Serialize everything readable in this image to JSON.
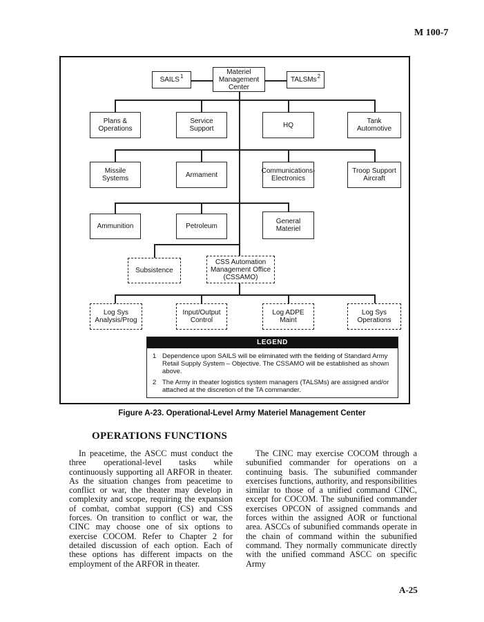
{
  "header": {
    "doc_id": "M 100-7"
  },
  "org_chart": {
    "top": {
      "center": "Materiel\nManagement\nCenter",
      "left": "SAILS",
      "left_note": "1",
      "right": "TALSMs",
      "right_note": "2"
    },
    "row1": [
      "Plans &\nOperations",
      "Service\nSupport",
      "HQ",
      "Tank\nAutomotive"
    ],
    "row2": [
      "Missile\nSystems",
      "Armament",
      "Communications-\nElectronics",
      "Troop Support\nAircraft"
    ],
    "row3": [
      "Ammunition",
      "Petroleum",
      "General\nMateriel"
    ],
    "row4": [
      "Subsistence",
      "CSS Automation\nManagement Office\n(CSSAMO)"
    ],
    "row5": [
      "Log Sys\nAnalysis/Prog",
      "Input/Output\nControl",
      "Log ADPE\nMaint",
      "Log Sys\nOperations"
    ]
  },
  "legend": {
    "title": "LEGEND",
    "notes": [
      {
        "num": "1",
        "text": "Dependence upon SAILS will be eliminated with the fielding of Standard Army Retail Supply System – Objective. The CSSAMO will be established as shown above."
      },
      {
        "num": "2",
        "text": "The Army in theater logistics system managers (TALSMs) are assigned and/or attached at the discretion of the TA commander."
      }
    ]
  },
  "figure_caption": "Figure A-23. Operational-Level Army Materiel Management Center",
  "section_title": "OPERATIONS FUNCTIONS",
  "body": {
    "left": "In peacetime, the ASCC must conduct the three operational-level tasks while continuously supporting all ARFOR in theater. As the situation changes from peacetime to conflict or war, the theater may develop in complexity and scope, requiring the expansion of combat, combat support (CS) and CSS forces. On transition to conflict or war, the CINC may choose one of six options to exercise COCOM. Refer to Chapter 2 for detailed discussion of each option. Each of these options has different impacts on the employment of the ARFOR in theater.",
    "right": "The CINC may exercise COCOM through a subunified commander for operations on a continuing basis. The subunified commander exercises functions, authority, and responsibilities similar to those of a unified command CINC, except for COCOM. The subunified commander exercises OPCON of assigned commands and forces within the assigned AOR or functional area. ASCCs of subunified commands operate in the chain of command within the subunified command. They normally communicate directly with the unified command ASCC on specific Army"
  },
  "footer": {
    "page_number": "A-25"
  }
}
